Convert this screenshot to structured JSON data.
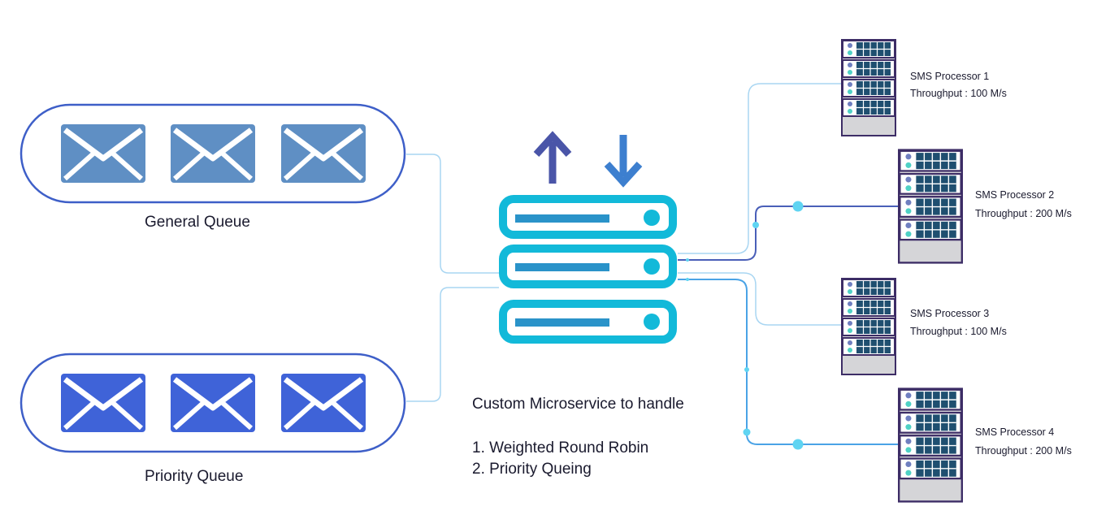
{
  "queues": [
    {
      "label": "General Queue",
      "color": "#5f8fc4",
      "icon": "envelope-icon"
    },
    {
      "label": "Priority Queue",
      "color": "#3f63d8",
      "icon": "envelope-icon"
    }
  ],
  "service": {
    "description": "Custom Microservice to handle",
    "features": [
      "1. Weighted Round Robin",
      "2. Priority Queing"
    ],
    "color": "#12b9d9",
    "icons": [
      "arrow-up-icon",
      "arrow-down-icon",
      "server-rack-icon"
    ]
  },
  "processors": [
    {
      "name": "SMS Processor 1",
      "throughput": "Throughput : 100 M/s",
      "icon": "server-icon"
    },
    {
      "name": "SMS Processor 2",
      "throughput": "Throughput : 200 M/s",
      "icon": "server-icon"
    },
    {
      "name": "SMS Processor 3",
      "throughput": "Throughput : 100 M/s",
      "icon": "server-icon"
    },
    {
      "name": "SMS Processor 4",
      "throughput": "Throughput : 200 M/s",
      "icon": "server-icon"
    }
  ],
  "colors": {
    "line_light": "#a9d6f2",
    "line_dark": "#4a5fb8",
    "line_mid": "#4aa3e6",
    "server_frame": "#3d2d66",
    "server_panel": "#1f4f70"
  }
}
